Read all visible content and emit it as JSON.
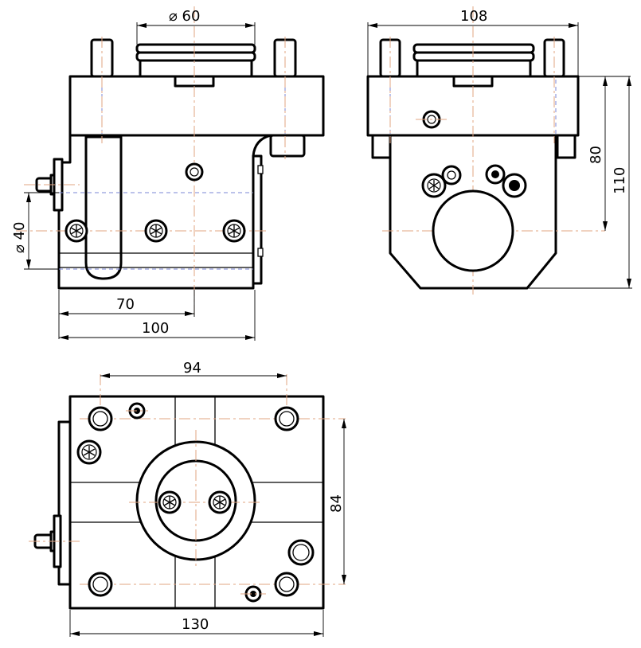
{
  "drawing": {
    "dimensions": {
      "top_left_bore": "⌀ 60",
      "side_bore": "⌀ 40",
      "front_depth_70": "70",
      "front_depth_100": "100",
      "side_width": "108",
      "side_height_80": "80",
      "side_height_110": "110",
      "plan_hole_spacing_x": "94",
      "plan_hole_spacing_y": "84",
      "plan_width": "130"
    }
  }
}
